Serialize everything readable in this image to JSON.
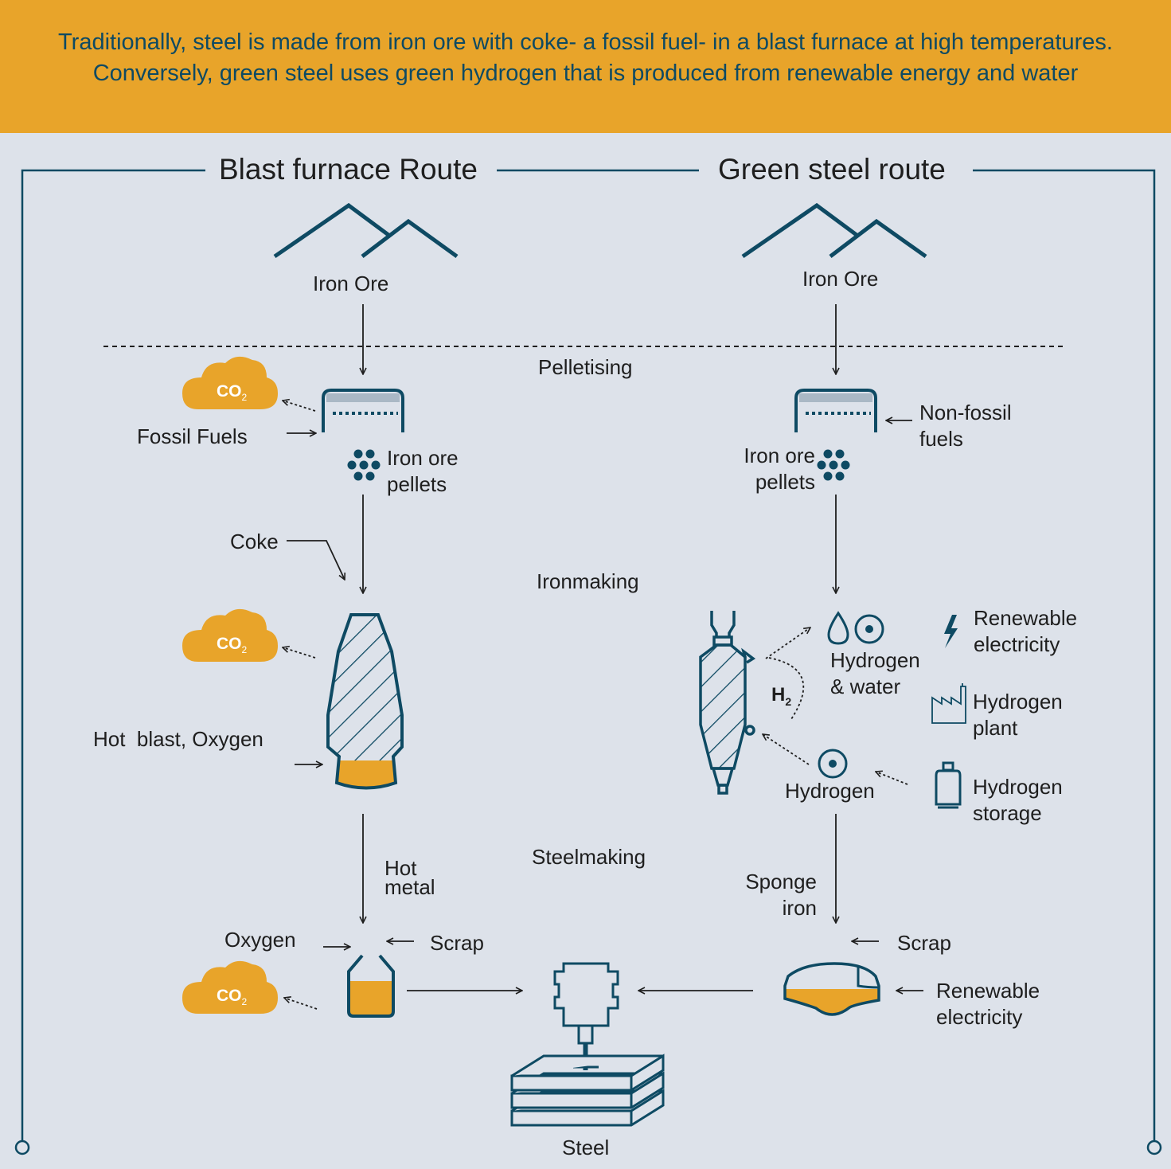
{
  "header": {
    "text": "Traditionally, steel is made from iron ore with coke- a fossil fuel- in a blast furnace at high temperatures. Conversely, green steel uses green hydrogen that is produced from renewable energy and water"
  },
  "colors": {
    "banner": "#e8a42a",
    "banner_text": "#0e4a63",
    "background": "#dde2ea",
    "line": "#0e4a63",
    "accent": "#e8a42a"
  },
  "stages": {
    "pelletising": "Pelletising",
    "ironmaking": "Ironmaking",
    "steelmaking": "Steelmaking"
  },
  "blast_route": {
    "title": "Blast furnace Route",
    "iron_ore": "Iron Ore",
    "co2": "CO",
    "co2_sub": "2",
    "fossil_fuels": "Fossil Fuels",
    "pellets_1": "Iron ore",
    "pellets_2": "pellets",
    "coke": "Coke",
    "hot_blast": "Hot  blast, Oxygen",
    "hot_metal_1": "Hot",
    "hot_metal_2": "metal",
    "oxygen": "Oxygen",
    "scrap": "Scrap"
  },
  "green_route": {
    "title": "Green steel route",
    "iron_ore": "Iron Ore",
    "non_fossil_1": "Non-fossil",
    "non_fossil_2": "fuels",
    "pellets_1": "Iron ore",
    "pellets_2": "pellets",
    "hydrogen_water_1": "Hydrogen",
    "hydrogen_water_2": "& water",
    "h2": "H",
    "h2_sub": "2",
    "renewable_1": "Renewable",
    "renewable_2": "electricity",
    "hydrogen_plant_1": "Hydrogen",
    "hydrogen_plant_2": "plant",
    "hydrogen": "Hydrogen",
    "hydrogen_storage_1": "Hydrogen",
    "hydrogen_storage_2": "storage",
    "sponge_1": "Sponge",
    "sponge_2": "iron",
    "scrap": "Scrap",
    "renewable_eaf_1": "Renewable",
    "renewable_eaf_2": "electricity"
  },
  "output": {
    "steel": "Steel"
  },
  "icons": [
    "mountain-icon",
    "co2-cloud-icon",
    "pelletiser-icon",
    "pellets-icon",
    "blast-furnace-icon",
    "shaft-furnace-icon",
    "water-drop-icon",
    "hydrogen-icon",
    "lightning-icon",
    "factory-icon",
    "gas-cylinder-icon",
    "converter-icon",
    "electric-arc-furnace-icon",
    "caster-icon",
    "steel-slabs-icon"
  ]
}
